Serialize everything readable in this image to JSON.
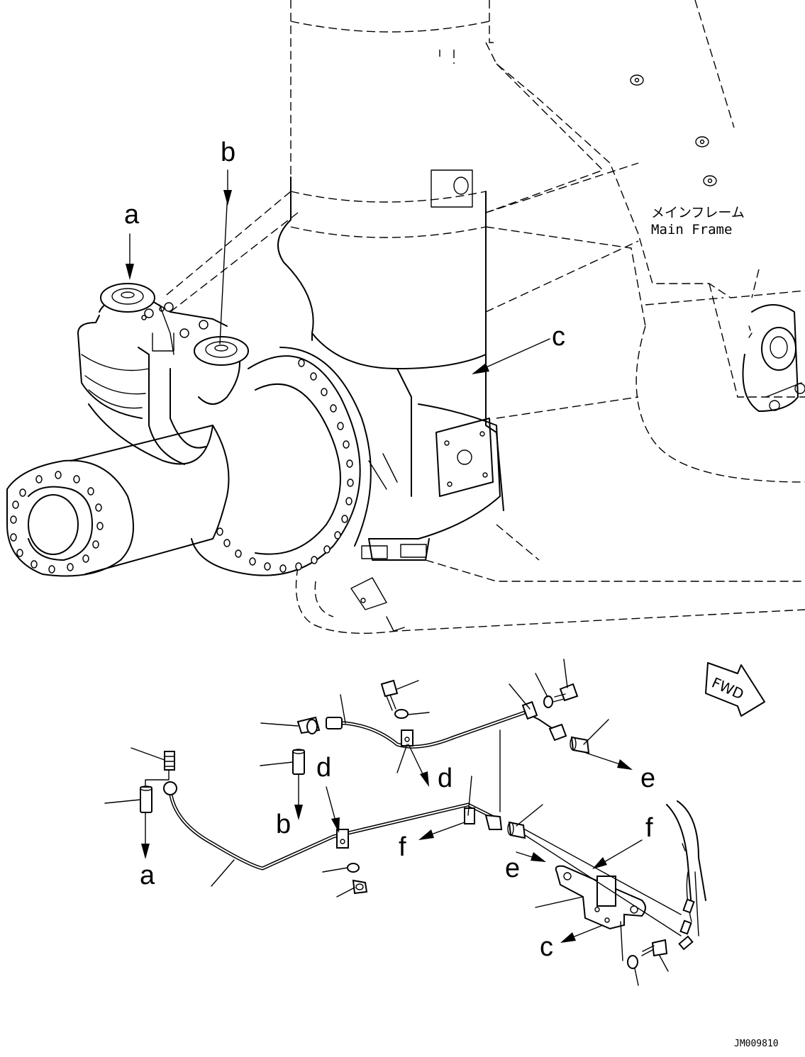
{
  "main_frame_label": {
    "jp": "メインフレーム",
    "en": "Main Frame"
  },
  "forward_indicator": "FWD",
  "drawing_code": "JM009810",
  "callouts": {
    "a_top": "a",
    "b_top": "b",
    "c_top": "c",
    "d_left": "d",
    "d_right": "d",
    "e_right": "e",
    "e_bracket": "e",
    "b_lower": "b",
    "a_lower": "a",
    "f_pipe": "f",
    "f_bracket": "f",
    "c_bracket": "c"
  }
}
